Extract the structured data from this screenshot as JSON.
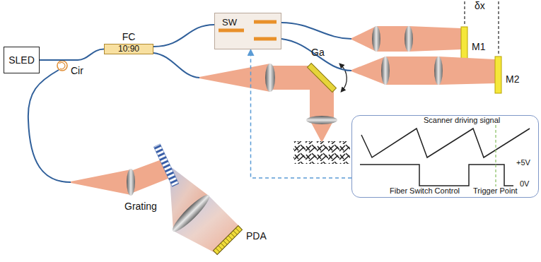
{
  "diagram": {
    "nodes": [
      {
        "text": [
          "SLED"
        ]
      },
      {
        "text": [
          "FC",
          "10:90"
        ]
      },
      {
        "text": [
          "SW"
        ]
      },
      {
        "text": [
          "Scanner driving signal",
          "+5V",
          "0V",
          "Fiber Switch Control",
          "Trigger Point"
        ]
      }
    ],
    "edges": [
      {
        "from": 0,
        "to": 1,
        "arrow": "none"
      },
      {
        "from": 1,
        "to": 2,
        "arrow": "none"
      },
      {
        "from": 3,
        "to": 2,
        "arrow": "to"
      }
    ],
    "labels": [
      "Cir",
      "Grating",
      "PDA",
      "Ga",
      "M1",
      "M2",
      "δx"
    ]
  }
}
